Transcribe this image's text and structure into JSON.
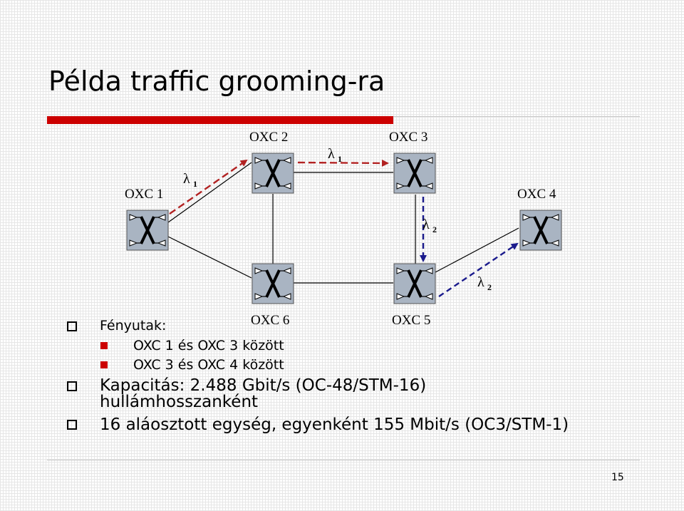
{
  "title": "Példa traffic grooming-ra",
  "page_number": "15",
  "nodes": {
    "oxc1": "OXC 1",
    "oxc2": "OXC 2",
    "oxc3": "OXC 3",
    "oxc4": "OXC 4",
    "oxc5": "OXC 5",
    "oxc6": "OXC 6"
  },
  "lightpaths": {
    "lambda_symbol": "λ",
    "lp1_top_sub": "1",
    "lp1_left_sub": "1",
    "lp2_mid_sub": "2",
    "lp2_right_sub": "2"
  },
  "colors": {
    "accent_red": "#cc0000",
    "dashed_red": "#b22222",
    "dashed_blue": "#1a1a8c",
    "node_fill": "#a9b4c2"
  },
  "bullets": {
    "item1": "Fényutak:",
    "sub1": "OXC 1 és OXC 3 között",
    "sub2": "OXC 3 és OXC 4 között",
    "item2_line1": "Kapacitás: 2.488 Gbit/s (OC-48/STM-16)",
    "item2_line2": "hullámhosszanként",
    "item3": "16 aláosztott egység, egyenként 155 Mbit/s (OC3/STM-1)"
  }
}
